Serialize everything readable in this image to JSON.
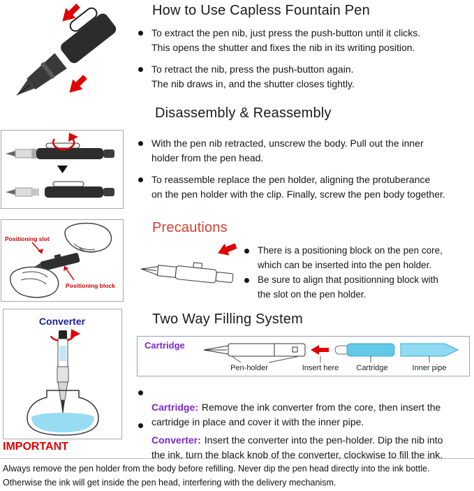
{
  "colors": {
    "accent_red": "#e00000",
    "precaution_red": "#d63e2e",
    "purple": "#7d26cd",
    "navy": "#1c1c9c",
    "cartridge_cyan": "#62c9e8",
    "ink_blue": "#8ed9f2"
  },
  "section_use": {
    "title": "How to Use Capless Fountain Pen",
    "bullets": [
      "To extract the pen nib, just press the push-button until it clicks.\nThis opens the shutter and fixes the nib in its writing position.",
      "To retract the nib, press the push-button again.\nThe nib draws in, and the shutter closes tightly."
    ]
  },
  "section_disassembly": {
    "title": "Disassembly & Reassembly",
    "bullets": [
      "With the pen nib retracted, unscrew the body. Pull out the inner\nholder from the pen head.",
      "To reassemble replace the pen holder, aligning the protuberance\non the pen holder with the clip. Finally, screw the pen body together."
    ]
  },
  "section_precautions": {
    "title": "Precautions",
    "bullets": [
      "There is a positioning block on the pen core,\nwhich can be inserted into the pen holder.",
      "Be sure to align that positionning block with\nthe slot on the pen holder."
    ]
  },
  "section_filling": {
    "title": "Two Way Filling System",
    "diagram": {
      "label": "Cartridge",
      "parts": [
        "Pen-holder",
        "Insert here",
        "Cartridge",
        "Inner pipe"
      ]
    },
    "bullets": [
      {
        "lead": "Cartridge:",
        "text": "Remove the ink converter from the core, then insert the\ncartridge in place and cover it with the inner pipe."
      },
      {
        "lead": "Converter:",
        "text": "Insert the converter into the pen-holder. Dip the nib into\nthe ink, turn the black knob of the converter, clockwise to fill the ink."
      }
    ]
  },
  "illustrations": {
    "hands": {
      "labels": [
        "Positioning slot",
        "Positioning block"
      ]
    },
    "converter_bottle": {
      "label": "Converter"
    }
  },
  "important": {
    "title": "IMPORTANT",
    "text": "Always remove the pen holder from the body before refilling. Never dip the pen head directly into the ink bottle.\nOtherwise the ink will get inside the pen head, interfering with the delivery mechanism."
  }
}
